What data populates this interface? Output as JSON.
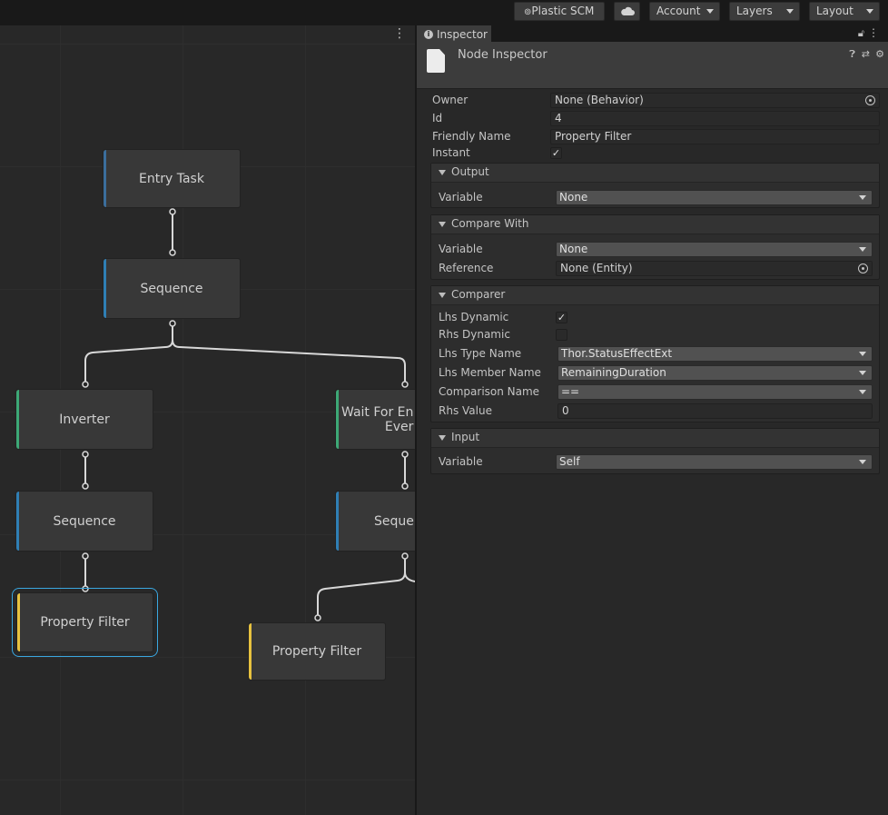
{
  "toolbar": {
    "plastic_scm": "Plastic SCM",
    "cloud_icon": "cloud-icon",
    "account": "Account",
    "layers": "Layers",
    "layout": "Layout"
  },
  "graph": {
    "nodes": {
      "entry": "Entry Task",
      "sequence_top": "Sequence",
      "inverter": "Inverter",
      "wait": "Wait For En\nEver",
      "sequence_left": "Sequence",
      "sequence_right": "Seque",
      "filter_left": "Property Filter",
      "filter_right": "Property Filter"
    },
    "colors": {
      "accent_blue": "#3b6e9c",
      "accent_green": "#3da876",
      "accent_yellow": "#e7c23f",
      "selection": "#3aa7e0"
    }
  },
  "inspector": {
    "tab": "Inspector",
    "title": "Node Inspector",
    "owner_label": "Owner",
    "owner_value": "None (Behavior)",
    "id_label": "Id",
    "id_value": "4",
    "friendly_label": "Friendly Name",
    "friendly_value": "Property Filter",
    "instant_label": "Instant",
    "instant_checked": true,
    "output": {
      "title": "Output",
      "variable_label": "Variable",
      "variable_value": "None"
    },
    "compare_with": {
      "title": "Compare With",
      "variable_label": "Variable",
      "variable_value": "None",
      "reference_label": "Reference",
      "reference_value": "None (Entity)"
    },
    "comparer": {
      "title": "Comparer",
      "lhs_dynamic_label": "Lhs Dynamic",
      "lhs_dynamic_checked": true,
      "rhs_dynamic_label": "Rhs Dynamic",
      "rhs_dynamic_checked": false,
      "lhs_type_label": "Lhs Type Name",
      "lhs_type_value": "Thor.StatusEffectExt",
      "lhs_member_label": "Lhs Member Name",
      "lhs_member_value": "RemainingDuration",
      "comparison_label": "Comparison Name",
      "comparison_value": "==",
      "rhs_value_label": "Rhs Value",
      "rhs_value_value": "0"
    },
    "input": {
      "title": "Input",
      "variable_label": "Variable",
      "variable_value": "Self"
    }
  }
}
